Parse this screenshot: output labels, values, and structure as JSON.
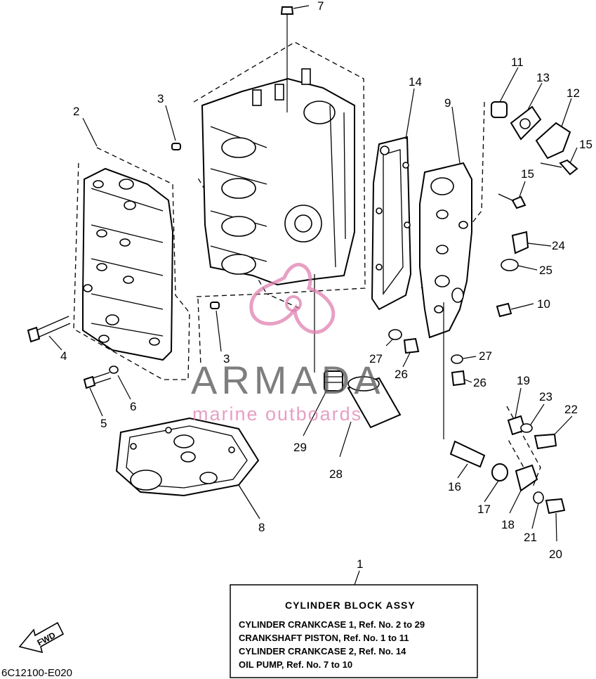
{
  "callouts": [
    {
      "id": "c1",
      "text": "1"
    },
    {
      "id": "c2",
      "text": "2"
    },
    {
      "id": "c3a",
      "text": "3"
    },
    {
      "id": "c3b",
      "text": "3"
    },
    {
      "id": "c4",
      "text": "4"
    },
    {
      "id": "c5",
      "text": "5"
    },
    {
      "id": "c6",
      "text": "6"
    },
    {
      "id": "c7",
      "text": "7"
    },
    {
      "id": "c8",
      "text": "8"
    },
    {
      "id": "c9",
      "text": "9"
    },
    {
      "id": "c10",
      "text": "10"
    },
    {
      "id": "c11",
      "text": "11"
    },
    {
      "id": "c12",
      "text": "12"
    },
    {
      "id": "c13",
      "text": "13"
    },
    {
      "id": "c14",
      "text": "14"
    },
    {
      "id": "c15a",
      "text": "15"
    },
    {
      "id": "c15b",
      "text": "15"
    },
    {
      "id": "c16",
      "text": "16"
    },
    {
      "id": "c17",
      "text": "17"
    },
    {
      "id": "c18",
      "text": "18"
    },
    {
      "id": "c19",
      "text": "19"
    },
    {
      "id": "c20",
      "text": "20"
    },
    {
      "id": "c21",
      "text": "21"
    },
    {
      "id": "c22",
      "text": "22"
    },
    {
      "id": "c23",
      "text": "23"
    },
    {
      "id": "c24",
      "text": "24"
    },
    {
      "id": "c25",
      "text": "25"
    },
    {
      "id": "c26a",
      "text": "26"
    },
    {
      "id": "c26b",
      "text": "26"
    },
    {
      "id": "c27a",
      "text": "27"
    },
    {
      "id": "c27b",
      "text": "27"
    },
    {
      "id": "c28",
      "text": "28"
    },
    {
      "id": "c29",
      "text": "29"
    }
  ],
  "assy_box": {
    "title": "CYLINDER BLOCK ASSY",
    "lines": [
      "CYLINDER CRANKCASE 1,  Ref. No. 2 to 29",
      "CRANKSHAFT PISTON,  Ref. No. 1 to 11",
      "CYLINDER CRANKCASE 2,  Ref. No. 14",
      "OIL PUMP,   Ref. No. 7 to 10"
    ]
  },
  "watermark": {
    "brand": "ARMADA",
    "tagline": "marine outboards"
  },
  "fwd_label": "FWD",
  "diagram_code": "6C12100-E020",
  "colors": {
    "line": "#000000",
    "watermark_gray": "#5a5a5a",
    "watermark_pink": "#e080b0",
    "background": "#ffffff"
  }
}
